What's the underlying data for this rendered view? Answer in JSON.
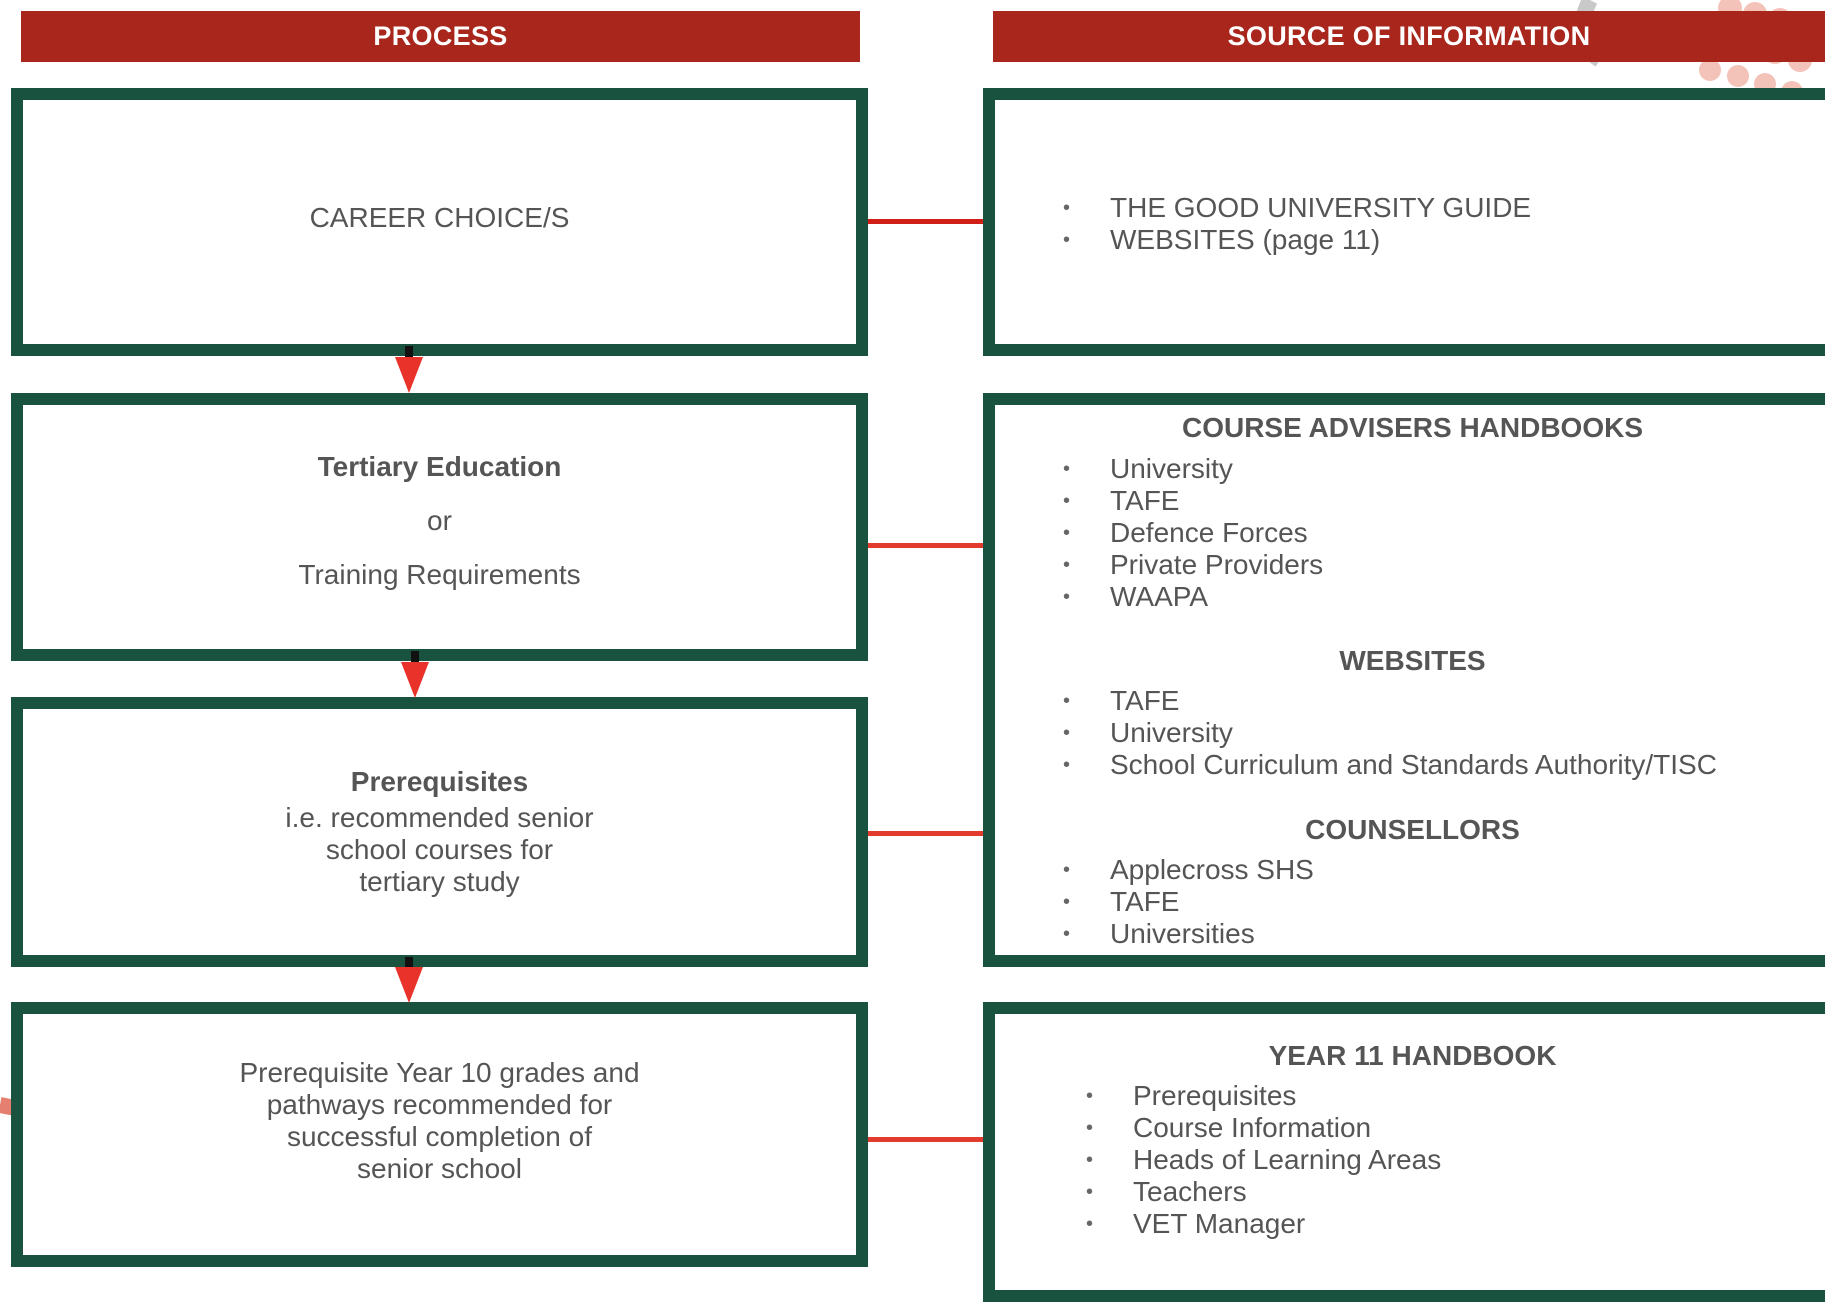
{
  "headers": {
    "process": "PROCESS",
    "source": "SOURCE OF INFORMATION"
  },
  "process": {
    "career": "CAREER CHOICE/S",
    "tertiary_title": "Tertiary Education",
    "tertiary_or": "or",
    "tertiary_training": "Training Requirements",
    "prereq_title": "Prerequisites",
    "prereq_line1": "i.e. recommended senior",
    "prereq_line2": "school courses for",
    "prereq_line3": "tertiary study",
    "year10_line1": "Prerequisite Year 10 grades and",
    "year10_line2": "pathways recommended for",
    "year10_line3": "successful completion of",
    "year10_line4": "senior school"
  },
  "source": {
    "box1_items": [
      "THE GOOD UNIVERSITY GUIDE",
      "WEBSITES (page 11)"
    ],
    "course_head": "COURSE ADVISERS HANDBOOKS",
    "course_items": [
      "University",
      "TAFE",
      "Defence Forces",
      "Private Providers",
      "WAAPA"
    ],
    "websites_head": "WEBSITES",
    "websites_items": [
      "TAFE",
      "University",
      "School Curriculum and Standards Authority/TISC"
    ],
    "counsellors_head": "COUNSELLORS",
    "counsellors_items": [
      "Applecross SHS",
      "TAFE",
      "Universities"
    ],
    "year11_head": "YEAR 11 HANDBOOK",
    "year11_items": [
      "Prerequisites",
      "Course Information",
      "Heads of Learning Areas",
      "Teachers",
      "VET Manager"
    ]
  },
  "colors": {
    "header_bg": "#a8261b",
    "box_border": "#1a5240",
    "connector": "#e23b2e",
    "arrow": "#e8322a"
  }
}
